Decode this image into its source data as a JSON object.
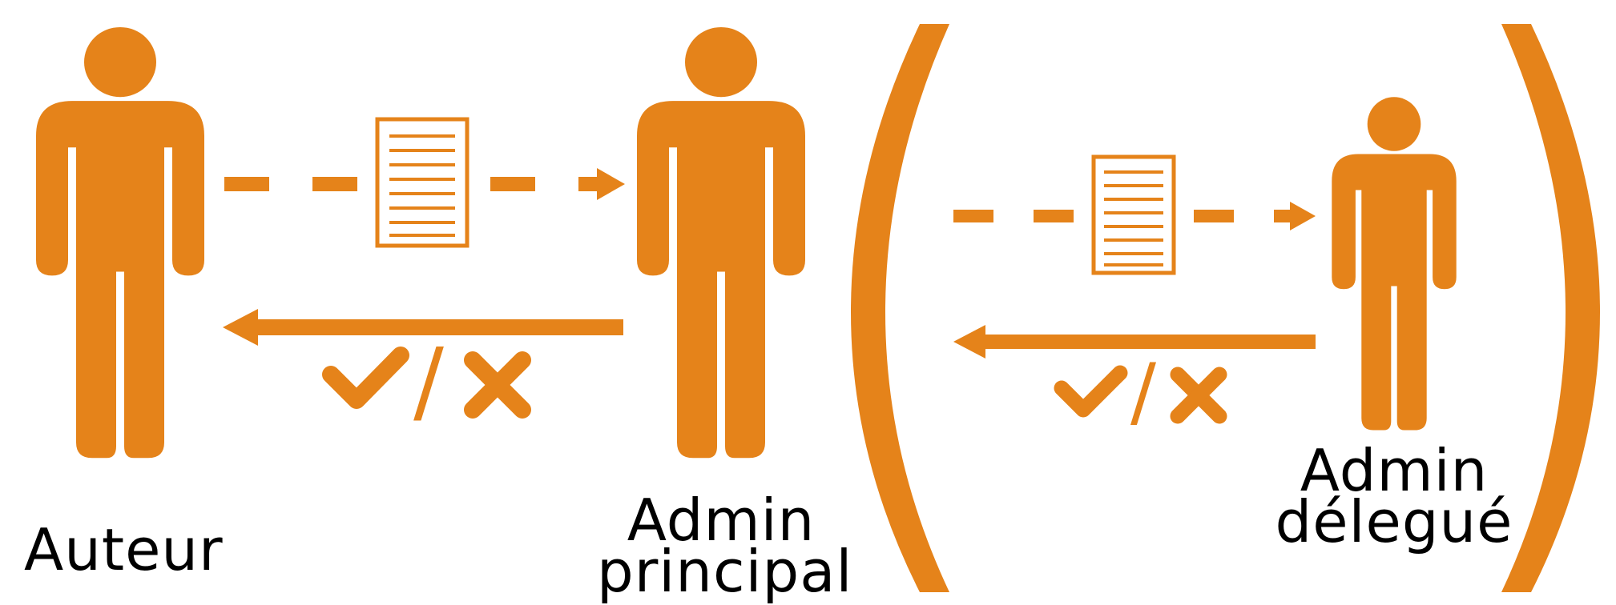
{
  "colors": {
    "accent": "#E5831A",
    "label": "#000000",
    "background": "#FFFFFF"
  },
  "icons": {
    "person": "person-icon",
    "document": "document-icon",
    "check": "check-icon",
    "cross": "cross-icon",
    "parenthesis": "parenthesis"
  },
  "actors": {
    "author": {
      "label": "Auteur"
    },
    "main_admin": {
      "line1": "Admin",
      "line2": "principal"
    },
    "delegated_admin": {
      "line1": "Admin",
      "line2": "délegué"
    }
  },
  "decision": {
    "separator": "/"
  }
}
